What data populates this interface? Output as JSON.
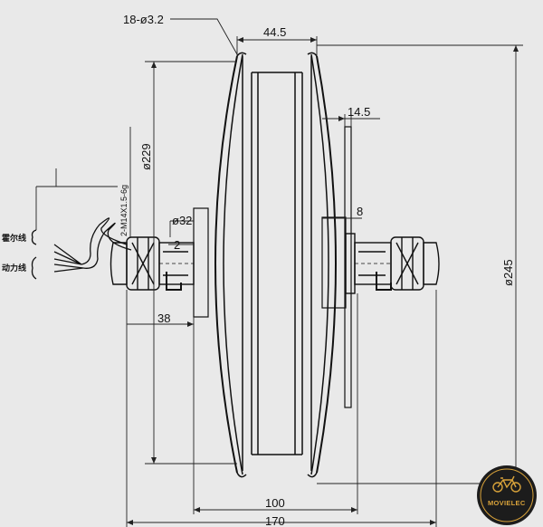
{
  "dimensions": {
    "holes": "18-ø3.2",
    "width_top": "44.5",
    "thickness": "14.5",
    "dia_outer": "ø245",
    "dia_rim": "ø229",
    "thread": "2-M14X1.5-6g",
    "dia_flange": "ø32",
    "small_left": "2",
    "small_right": "8",
    "offset": "38",
    "width_mid": "100",
    "width_total": "170"
  },
  "cable_labels": {
    "upper": "霍尔线",
    "lower": "动力线"
  },
  "logo": {
    "text": "MOVIELEC",
    "accent": "#d8a23a"
  }
}
